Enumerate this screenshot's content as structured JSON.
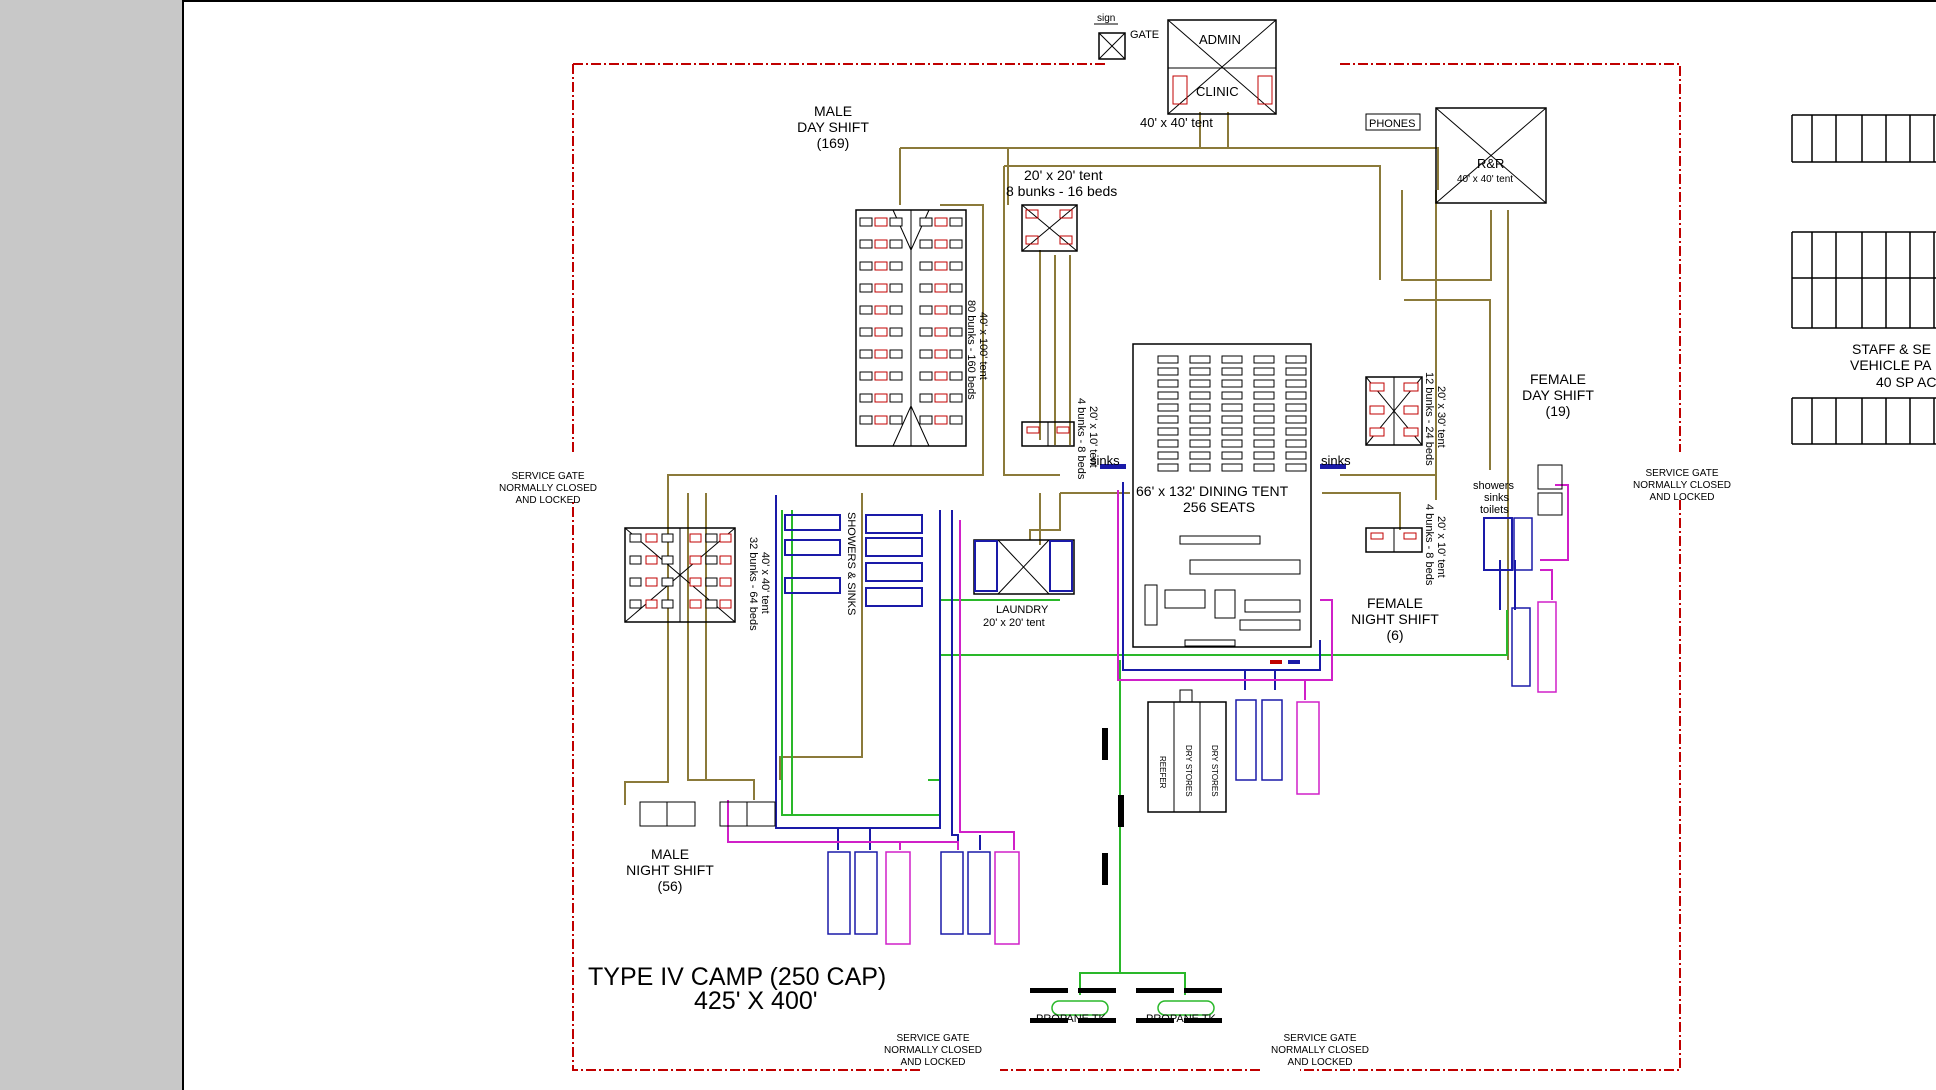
{
  "labels": {
    "sign": "sign",
    "gate": "GATE",
    "admin": "ADMIN",
    "clinic": "CLINIC",
    "admin_tent": "40' x 40' tent",
    "phones": "PHONES",
    "rr": "R&R",
    "rr_tent": "40' x 40' tent",
    "male_day_1": "MALE",
    "male_day_2": "DAY SHIFT",
    "male_day_3": "(169)",
    "small_tent_1": "20' x 20' tent",
    "small_tent_2": "8 bunks - 16 beds",
    "big_tent": "40' x 100' tent",
    "big_tent_bunks": "80 bunks - 160 beds",
    "tent_20x10_a": "20' x 10' tent",
    "tent_20x10_a_bunks": "4 bunks - 8 beds",
    "sinks_left": "sinks",
    "sinks_right": "sinks",
    "dining_1": "66' x 132' DINING TENT",
    "dining_2": "256 SEATS",
    "tent_20x30": "20' x 30' tent",
    "tent_20x30_bunks": "12 bunks - 24 beds",
    "female_day_1": "FEMALE",
    "female_day_2": "DAY SHIFT",
    "female_day_3": "(19)",
    "showers_1": "showers",
    "showers_2": "sinks",
    "showers_3": "toilets",
    "tent_20x10_b": "20' x 10' tent",
    "tent_20x10_b_bunks": "4 bunks - 8 beds",
    "female_night_1": "FEMALE",
    "female_night_2": "NIGHT SHIFT",
    "female_night_3": "(6)",
    "tent_40x40": "40' x 40' tent",
    "tent_40x40_bunks": "32 bunks - 64 beds",
    "showers_sinks": "SHOWERS & SINKS",
    "laundry_1": "LAUNDRY",
    "laundry_2": "20' x 20' tent",
    "male_night_1": "MALE",
    "male_night_2": "NIGHT SHIFT",
    "male_night_3": "(56)",
    "service_gate_1": "SERVICE GATE",
    "service_gate_2": "NORMALLY CLOSED",
    "service_gate_3": "AND LOCKED",
    "camp_title_1": "TYPE IV CAMP (250 CAP)",
    "camp_title_2": "425' X 400'",
    "propane_1": "PROPANE TK",
    "propane_2": "PROPANE TK",
    "staff_1": "STAFF & SE",
    "staff_2": "VEHICLE PA",
    "staff_3": "40 SP AC",
    "dry_1": "REEFER",
    "dry_2": "DRY STORES",
    "dry_3": "DRY STORES"
  },
  "colors": {
    "fence": "#c00000",
    "path": "#8b7a3a",
    "water": "#2ab82a",
    "power": "#1a1aa8",
    "waste": "#d020c8",
    "sidebar": "#c8c8c8"
  }
}
